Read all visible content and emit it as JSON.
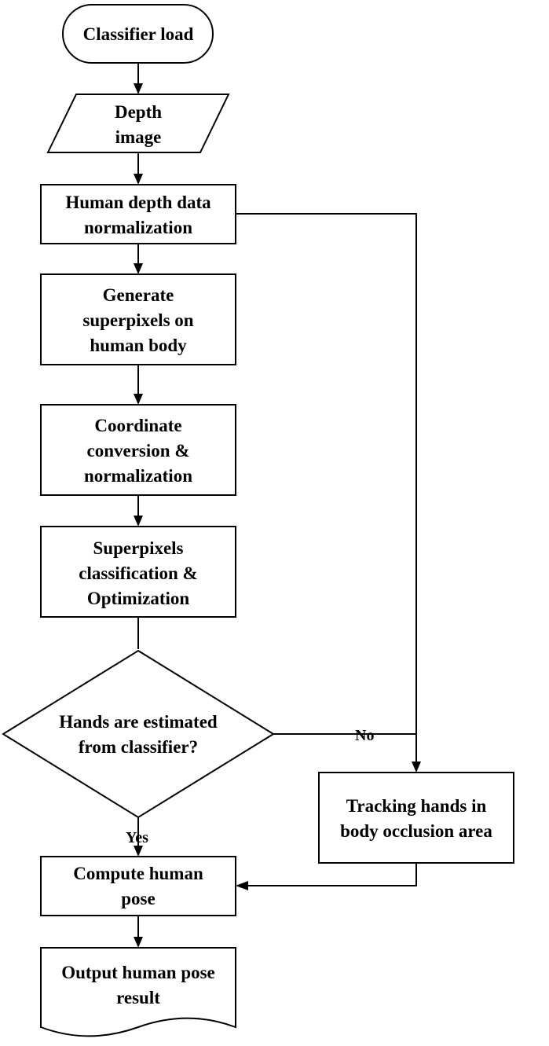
{
  "diagram": {
    "nodes": {
      "classifier_load": [
        "Classifier load"
      ],
      "depth_image": [
        "Depth",
        "image"
      ],
      "normalization": [
        "Human depth data",
        "normalization"
      ],
      "superpixels": [
        "Generate",
        "superpixels on",
        "human body"
      ],
      "coordinate": [
        "Coordinate",
        "conversion &",
        "normalization"
      ],
      "classification": [
        "Superpixels",
        "classification &",
        "Optimization"
      ],
      "decision": [
        "Hands are estimated",
        "from classifier?"
      ],
      "tracking": [
        "Tracking hands in",
        "body occlusion area"
      ],
      "compute_pose": [
        "Compute human",
        "pose"
      ],
      "output": [
        "Output human pose",
        "result"
      ]
    },
    "edge_labels": {
      "no": "No",
      "yes": "Yes"
    }
  }
}
